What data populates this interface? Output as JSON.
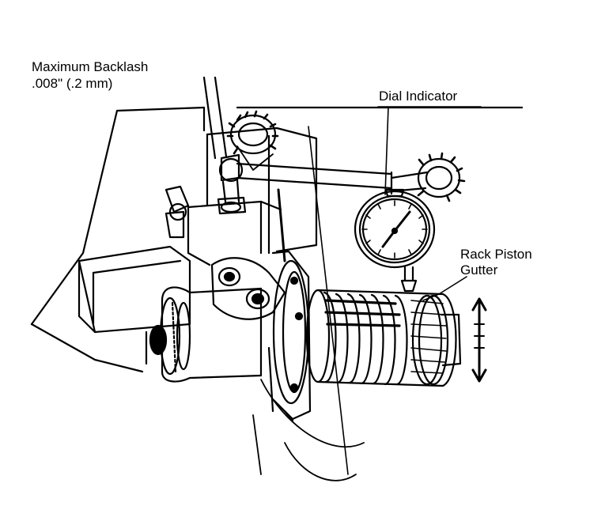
{
  "labels": {
    "max_backlash_title": "Maximum Backlash",
    "max_backlash_value": ".008\" (.2 mm)",
    "dial_indicator": "Dial Indicator",
    "rack_piston_line1": "Rack Piston",
    "rack_piston_line2": "Gutter"
  },
  "colors": {
    "ink": "#000000",
    "paper": "#ffffff"
  },
  "icons": {
    "motion_arrow": "double-headed-vertical-arrow-icon"
  }
}
